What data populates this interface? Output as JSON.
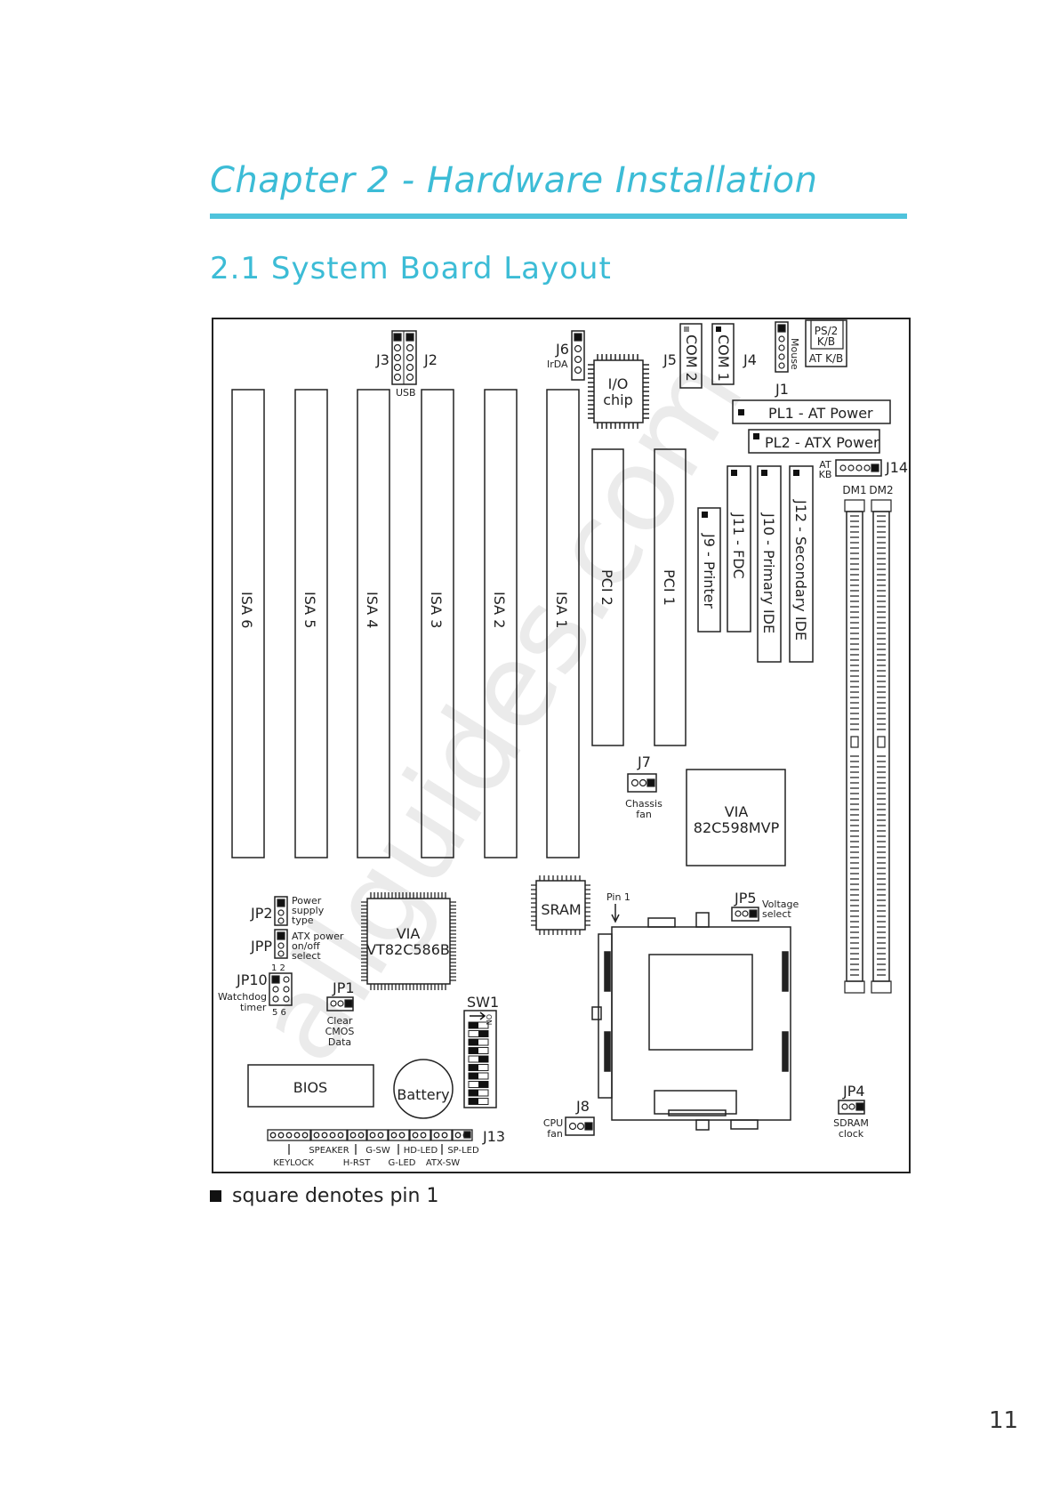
{
  "header": {
    "chapter_title": "Chapter 2 - Hardware Installation",
    "section_title": "2.1 System Board Layout"
  },
  "board": {
    "isa_slots": [
      "ISA 6",
      "ISA 5",
      "ISA 4",
      "ISA 3",
      "ISA 2",
      "ISA 1"
    ],
    "pci_slots": [
      "PCI 2",
      "PCI 1"
    ],
    "connectors": {
      "j3": "J3",
      "j2": "J2",
      "usb": "USB",
      "j6": "J6",
      "irda": "IrDA",
      "io_chip_line1": "I/O",
      "io_chip_line2": "chip",
      "j5": "J5",
      "com2": "COM 2",
      "com1": "COM 1",
      "j4": "J4",
      "mouse": "Mouse",
      "j1": "J1",
      "ps2_kb_line1": "PS/2",
      "ps2_kb_line2": "K/B",
      "at_kb": "AT K/B",
      "pl1": "PL1 - AT Power",
      "pl2": "PL2 - ATX Power",
      "at_kb_small_line1": "AT",
      "at_kb_small_line2": "KB",
      "j14": "J14",
      "dm1": "DM1",
      "dm2": "DM2",
      "j9": "J9 - Printer",
      "j11": "J11 - FDC",
      "j10": "J10 - Primary IDE",
      "j12": "J12 - Secondary IDE",
      "j7": "J7",
      "chassis_fan_line1": "Chassis",
      "chassis_fan_line2": "fan",
      "via_598_line1": "VIA",
      "via_598_line2": "82C598MVP",
      "sram": "SRAM",
      "pin1": "Pin 1",
      "jp5": "JP5",
      "voltage_line1": "Voltage",
      "voltage_line2": "select",
      "jp2": "JP2",
      "power_supply_line1": "Power",
      "power_supply_line2": "supply",
      "power_supply_line3": "type",
      "jpp": "JPP",
      "atx_power_line1": "ATX power",
      "atx_power_line2": "on/off",
      "atx_power_line3": "select",
      "pins_12": "1  2",
      "jp10": "JP10",
      "watchdog_line1": "Watchdog",
      "watchdog_line2": "timer",
      "pins_56": "5  6",
      "via_586_line1": "VIA",
      "via_586_line2": "VT82C586B",
      "jp1": "JP1",
      "clear_cmos_line1": "Clear",
      "clear_cmos_line2": "CMOS",
      "clear_cmos_line3": "Data",
      "sw1": "SW1",
      "sw_on": "ON",
      "bios": "BIOS",
      "battery": "Battery",
      "j8": "J8",
      "cpu_fan_line1": "CPU",
      "cpu_fan_line2": "fan",
      "jp4": "JP4",
      "sdram_clock_line1": "SDRAM",
      "sdram_clock_line2": "clock",
      "j13": "J13",
      "keylock": "KEYLOCK",
      "speaker": "SPEAKER",
      "h_rst": "H-RST",
      "g_sw": "G-SW",
      "g_led": "G-LED",
      "hd_led": "HD-LED",
      "atx_sw": "ATX-SW",
      "sp_led": "SP-LED"
    },
    "watermark": "allguides.com"
  },
  "legend": {
    "text": "square denotes pin 1"
  },
  "page_number": "11"
}
